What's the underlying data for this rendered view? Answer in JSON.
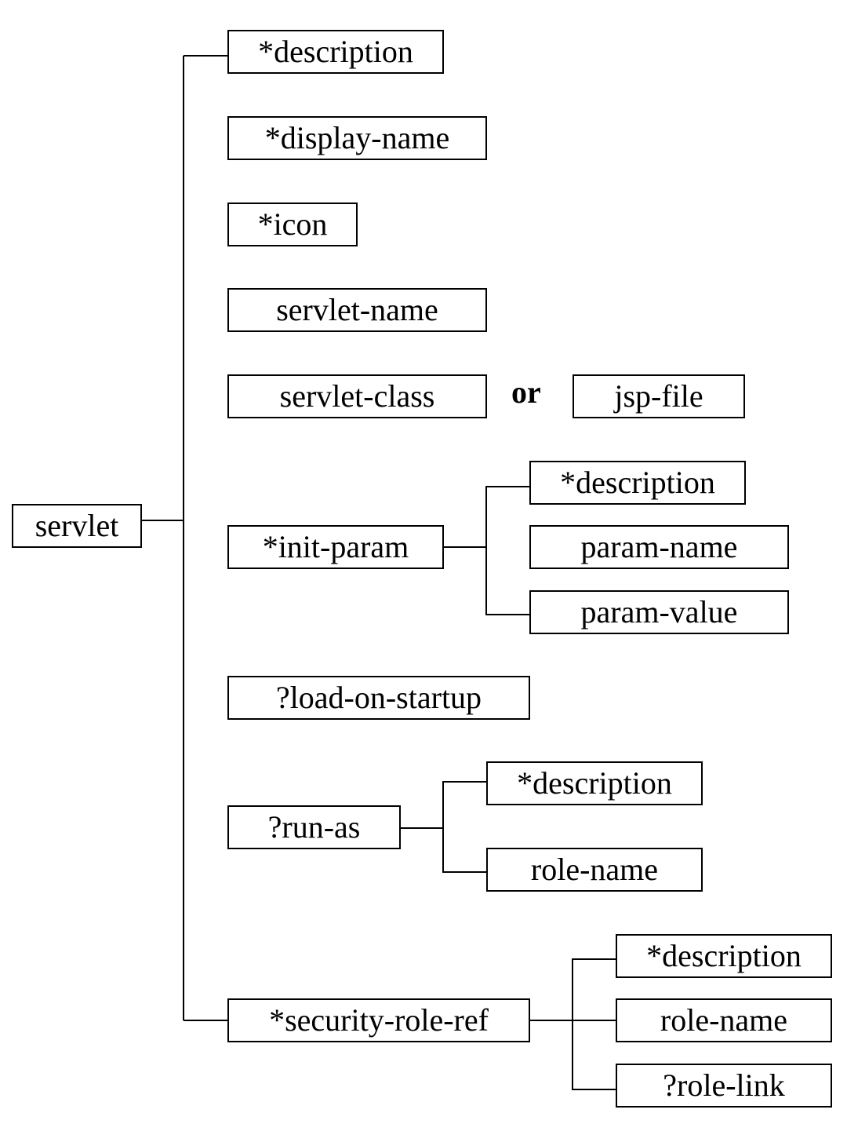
{
  "root": "servlet",
  "children": {
    "description": "*description",
    "display_name": "*display-name",
    "icon": "*icon",
    "servlet_name": "servlet-name",
    "servlet_class": "servlet-class",
    "or_label": "or",
    "jsp_file": "jsp-file",
    "init_param": {
      "label": "*init-param",
      "children": [
        "*description",
        "param-name",
        "param-value"
      ]
    },
    "load_on_startup": "?load-on-startup",
    "run_as": {
      "label": "?run-as",
      "children": [
        "*description",
        "role-name"
      ]
    },
    "security_role_ref": {
      "label": "*security-role-ref",
      "children": [
        "*description",
        "role-name",
        "?role-link"
      ]
    }
  }
}
